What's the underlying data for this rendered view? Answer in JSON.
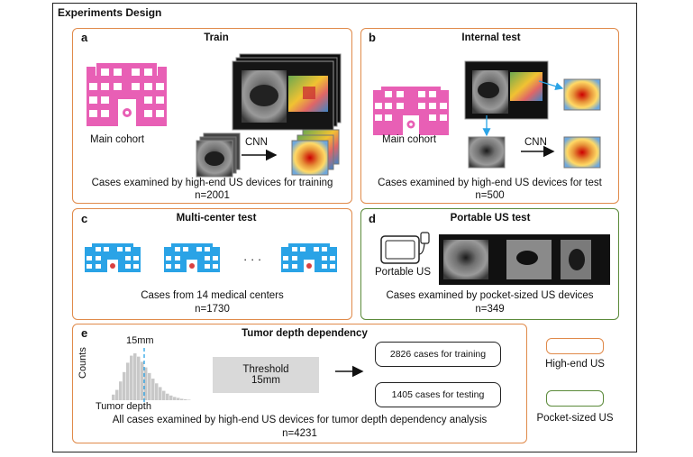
{
  "figure": {
    "title": "Experiments  Design"
  },
  "panels": {
    "a": {
      "label": "a",
      "title": "Train",
      "cohort": "Main cohort",
      "model": "CNN",
      "caption": "Cases examined by high-end US devices for training",
      "n": "n=2001"
    },
    "b": {
      "label": "b",
      "title": "Internal test",
      "cohort": "Main cohort",
      "model": "CNN",
      "caption": "Cases examined by high-end US devices for test",
      "n": "n=500"
    },
    "c": {
      "label": "c",
      "title": "Multi-center test",
      "ellipsis": "· · ·",
      "caption": "Cases  from 14 medical centers",
      "n": "n=1730"
    },
    "d": {
      "label": "d",
      "title": "Portable US test",
      "device": "Portable US",
      "caption": "Cases examined by pocket-sized US devices",
      "n": "n=349"
    },
    "e": {
      "label": "e",
      "title": "Tumor depth dependency",
      "marker": "15mm",
      "ylabel": "Counts",
      "xlabel": "Tumor depth",
      "threshold_line1": "Threshold",
      "threshold_line2": "15mm",
      "train_box": "2826 cases for training",
      "test_box": "1405 cases for testing",
      "caption": "All cases  examined by high-end US devices for tumor depth dependency analysis",
      "n": "n=4231",
      "histogram_heights": [
        0.12,
        0.22,
        0.4,
        0.6,
        0.8,
        0.95,
        1.0,
        0.93,
        0.82,
        0.7,
        0.58,
        0.46,
        0.36,
        0.28,
        0.2,
        0.14,
        0.1,
        0.07,
        0.05,
        0.03,
        0.02,
        0.01
      ]
    }
  },
  "legend": {
    "high_end": {
      "label": "High-end US",
      "color": "#e08a4a"
    },
    "pocket": {
      "label": "Pocket-sized US",
      "color": "#5b8a3a"
    }
  },
  "colors": {
    "hospital_main": "#e85fb5",
    "hospital_center": "#2aa3e6",
    "orange": "#e08a4a",
    "green": "#5b8a3a"
  }
}
